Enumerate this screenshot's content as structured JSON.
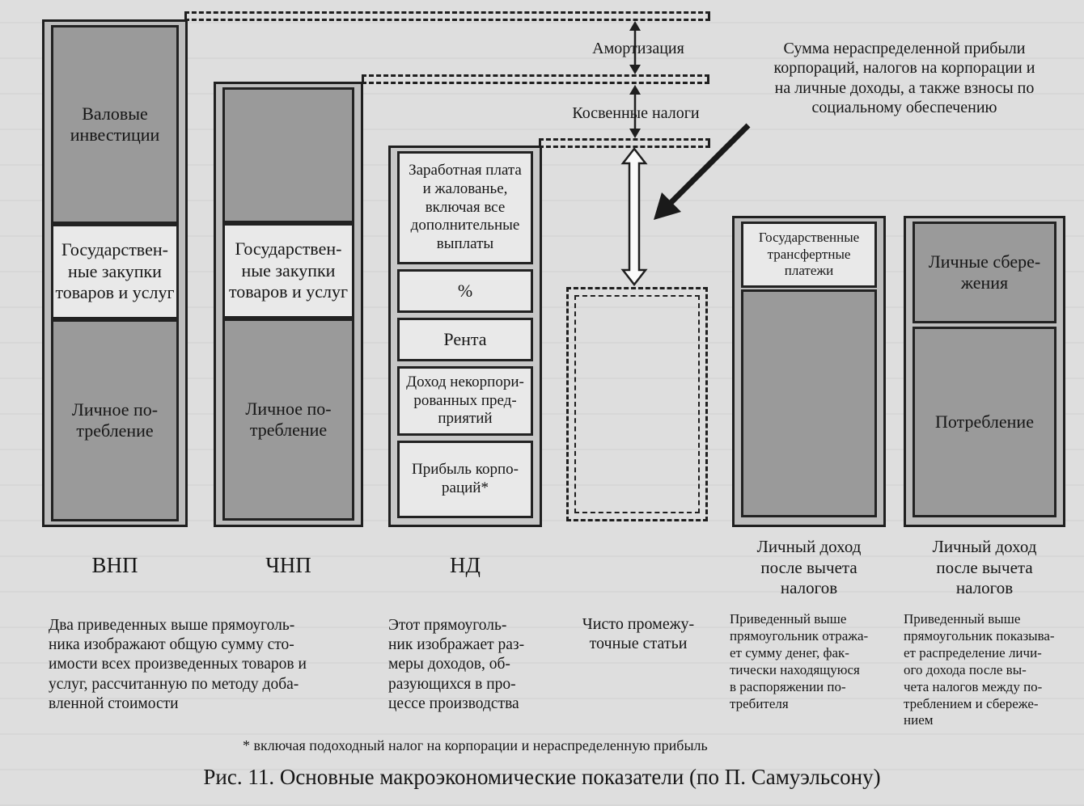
{
  "columns": {
    "gnp": {
      "label": "ВНП",
      "gross_investment": "Валовые\nинвестиции",
      "government_purchases": "Государствен-\nные закупки\nтоваров и услуг",
      "personal_consumption": "Личное по-\nтребление"
    },
    "nnp": {
      "label": "ЧНП",
      "government_purchases": "Государствен-\nные закупки\nтоваров и услуг",
      "personal_consumption": "Личное по-\nтребление"
    },
    "ni": {
      "label": "НД",
      "wages": "Заработная плата\nи жалованье,\nвключая все\nдополнительные\nвыплаты",
      "interest": "%",
      "rent": "Рента",
      "proprietors_income": "Доход некорпори-\nрованных пред-\nприятий",
      "corporate_profit": "Прибыль корпо-\nраций*"
    },
    "di": {
      "label": "Личный доход\nпосле вычета\nналогов",
      "transfer_payments": "Государственные\nтрансфертные\nплатежи"
    },
    "di_split": {
      "label": "Личный доход\nпосле вычета\nналогов",
      "savings": "Личные сбере-\nжения",
      "consumption": "Потребление"
    }
  },
  "annotations": {
    "depreciation": "Амортизация",
    "indirect_taxes": "Косвенные налоги",
    "undistributed": "Сумма нераспределенной прибыли\nкорпораций, налогов на корпорации и\nна личные доходы, а также взносы по\nсоциальному обеспечению",
    "intermediate": "Чисто промежу-\nточные статьи"
  },
  "notes": {
    "gnp_nnp": "Два приведенных выше прямоуголь-\nника изображают общую сумму сто-\nимости всех произведенных товаров и\nуслуг, рассчитанную по методу доба-\nвленной стоимости",
    "ni": "Этот прямоуголь-\nник изображает раз-\nмеры доходов, об-\nразующихся в про-\nцессе производства",
    "di": "Приведенный выше\nпрямоугольник отража-\nет сумму денег, фак-\nтически находящуюся\nв распоряжении по-\nтребителя",
    "di_split": "Приведенный выше\nпрямоугольник показыва-\nет распределение личи-\nого дохода после вы-\nчета налогов между по-\nтреблением и сбереже-\nнием"
  },
  "footnote": "*   включая подоходный налог на корпорации и нераспределенную прибыль",
  "caption": "Рис. 11. Основные макроэкономические показатели (по П. Самуэльсону)"
}
